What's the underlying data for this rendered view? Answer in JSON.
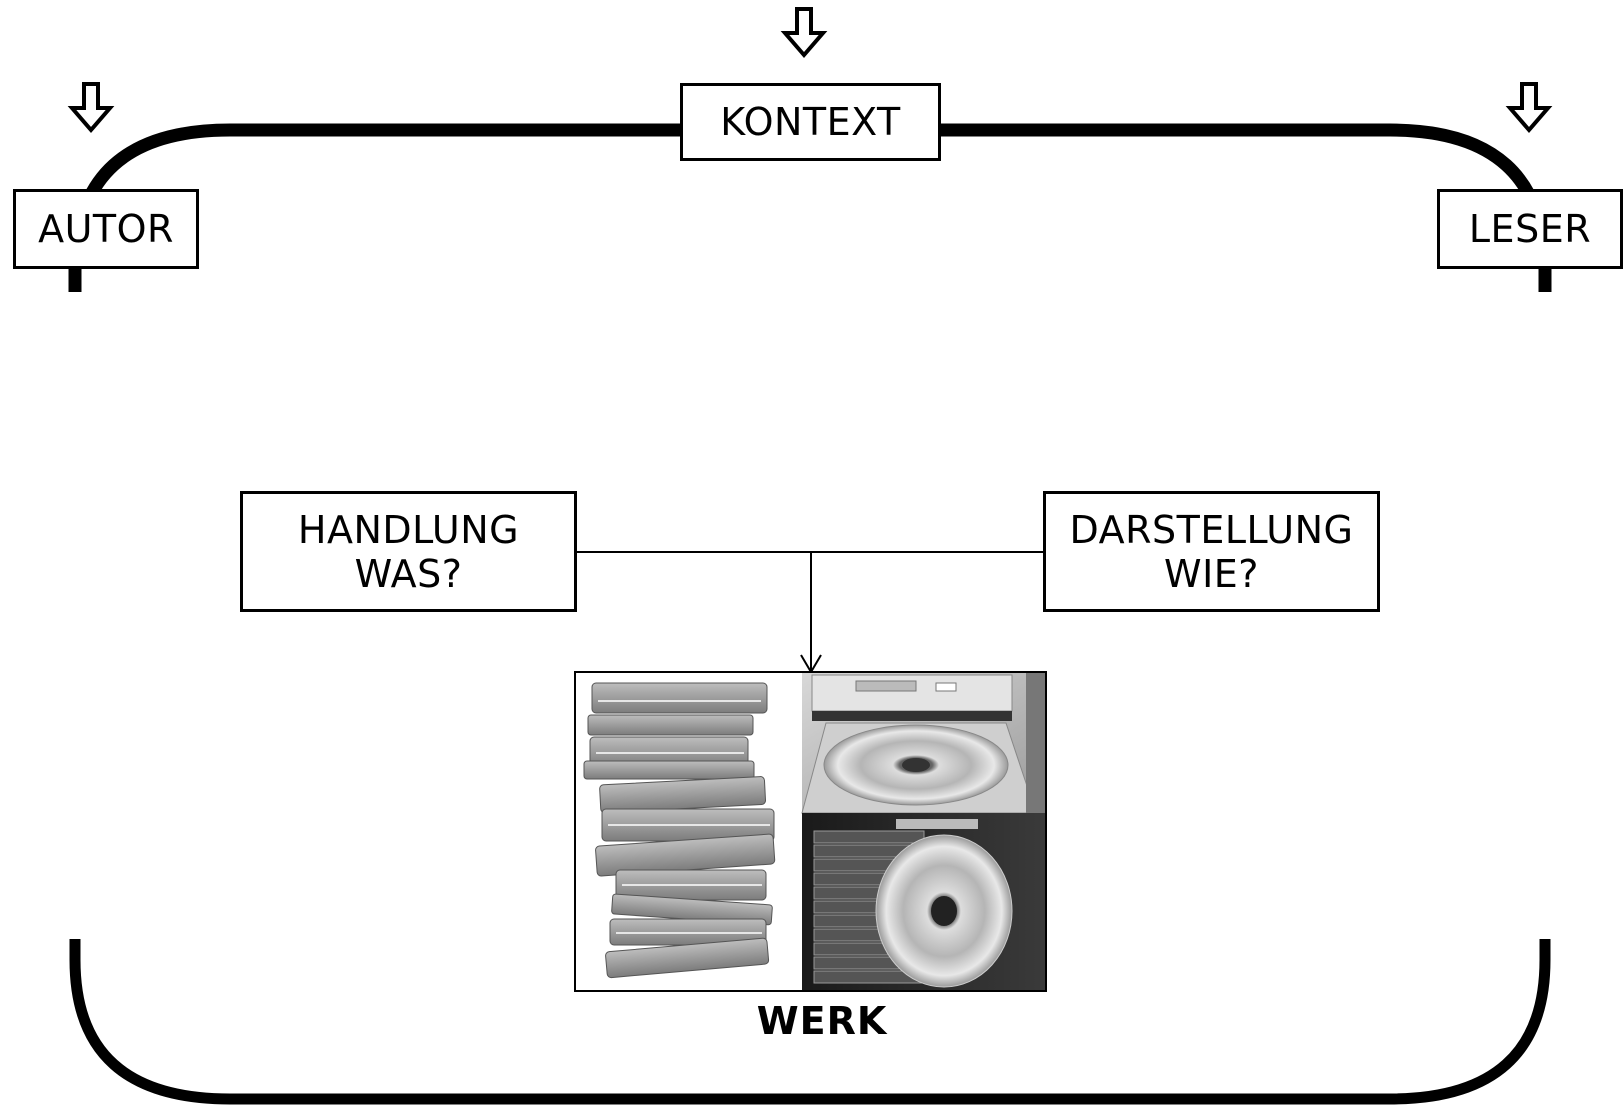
{
  "diagram": {
    "nodes": {
      "kontext": "KONTEXT",
      "autor": "AUTOR",
      "leser": "LESER",
      "handlung": {
        "line1": "HANDLUNG",
        "line2": "WAS?"
      },
      "darstellung": {
        "line1": "DARSTELLUNG",
        "line2": "WIE?"
      },
      "werk": "WERK"
    },
    "images": {
      "left": "book-stack-photo",
      "top_right": "computer-cd-drive-photo",
      "bottom_right": "cd-cases-and-disc-photo"
    },
    "colors": {
      "line": "#000000",
      "background": "#ffffff"
    }
  }
}
